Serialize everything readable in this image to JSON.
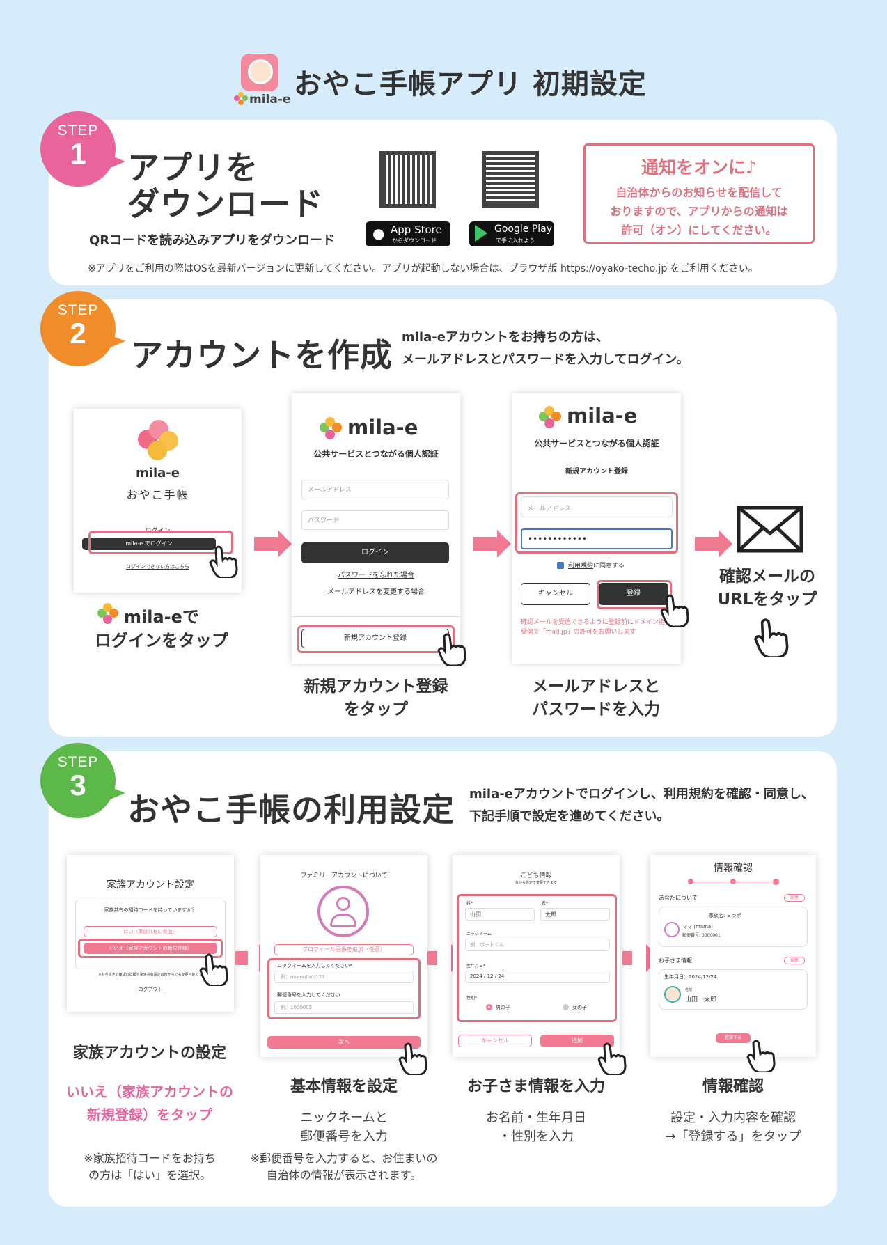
{
  "header": {
    "app_name": "mila-e",
    "title": "おやこ手帳アプリ 初期設定"
  },
  "step1": {
    "label": "STEP",
    "num": "1",
    "title1": "アプリを",
    "title2": "ダウンロード",
    "qr_text": "QRコードを読み込みアプリをダウンロード",
    "appstore_main": "App Store",
    "appstore_sub": "からダウンロード",
    "google_main": "Google Play",
    "google_sub": "で手に入れよう",
    "notice_title": "通知をオンに♪",
    "notice_l1": "自治体からのお知らせを配信して",
    "notice_l2": "おりますので、アプリからの通知は",
    "notice_l3": "許可（オン）にしてください。",
    "footnote": "※アプリをご利用の際はOSを最新バージョンに更新してください。アプリが起動しない場合は、ブラウザ版 https://oyako-techo.jp をご利用ください。"
  },
  "step2": {
    "label": "STEP",
    "num": "2",
    "title": "アカウントを作成",
    "desc1": "mila-eアカウントをお持ちの方は、",
    "desc2": "メールアドレスとパスワードを入力してログイン。",
    "s1": {
      "brand": "mila-e",
      "app": "おやこ手帳",
      "login": "ログイン",
      "mila_login": "mila-e でログイン",
      "cant": "ログインできない方はこちら"
    },
    "s2": {
      "brand": "mila-e",
      "tagline": "公共サービスとつながる個人認証",
      "email_ph": "メールアドレス",
      "pass_ph": "パスワード",
      "login_btn": "ログイン",
      "forgot": "パスワードを忘れた場合",
      "change": "メールアドレスを変更する場合",
      "register": "新規アカウント登録"
    },
    "s3": {
      "brand": "mila-e",
      "tagline": "公共サービスとつながる個人認証",
      "heading": "新規アカウント登録",
      "email_ph": "メールアドレス",
      "pass_val": "••••••••••••",
      "terms_link": "利用規約",
      "terms_rest": "に同意する",
      "cancel": "キャンセル",
      "register": "登録",
      "warn": "確認メールを受信できるように登録前にドメイン指定受信で「miid.jp」の許可をお願いします"
    },
    "cap1a": "mila-eで",
    "cap1b": "ログインをタップ",
    "cap2a": "新規アカウント登録",
    "cap2b": "をタップ",
    "cap3a": "メールアドレスと",
    "cap3b": "パスワードを入力",
    "cap4a": "確認メールの",
    "cap4b": "URLをタップ"
  },
  "step3": {
    "label": "STEP",
    "num": "3",
    "title": "おやこ手帳の利用設定",
    "desc1": "mila-eアカウントでログインし、利用規約を確認・同意し、",
    "desc2": "下記手順で設定を進めてください。",
    "s1": {
      "title": "家族アカウント設定",
      "question": "家族共有の招待コードを持っていますか？",
      "yes": "はい（家族共有に参加）",
      "no": "いいえ（家族アカウントの新規登録）",
      "note": "※お手すきの確認の詳細や家族共有設定は後からでも変更可能です",
      "logout": "ログアウト"
    },
    "s2": {
      "title": "ファミリーアカウントについて",
      "photo": "プロフィール画像を追加（任意）",
      "nick_label": "ニックネームを入力してください*",
      "nick_ph": "例：momotaro123",
      "zip_label": "郵便番号を入力してください",
      "zip_ph": "例：1000005",
      "next": "次へ"
    },
    "s3": {
      "title": "こども情報",
      "subtitle": "後から設定で変更できます",
      "sei": "姓*",
      "mei": "名*",
      "sei_val": "山田",
      "mei_val": "太郎",
      "nick": "ニックネーム",
      "nick_ph": "例：ポテトくん",
      "birth": "生年月日*",
      "birth_val": "2024 / 12 / 24",
      "sex": "性別*",
      "boy": "男の子",
      "girl": "女の子",
      "cancel": "キャンセル",
      "add": "追加"
    },
    "s4": {
      "title": "情報確認",
      "about": "あなたについて",
      "edit": "編集",
      "family": "家族名: ミラポ",
      "role": "ママ (mama)",
      "zip": "郵便番号: 0000001",
      "kids": "お子さま情報",
      "kid_birth": "生年月日：2024/12/24",
      "kid_label": "名前",
      "kid_name": "山田　太郎",
      "register": "登録する"
    },
    "cap1": "家族アカウントの設定",
    "cap1p1": "いいえ（家族アカウントの",
    "cap1p2": "新規登録）をタップ",
    "note1a": "※家族招待コードをお持ち",
    "note1b": "の方は「はい」を選択。",
    "cap2": "基本情報を設定",
    "sub2a": "ニックネームと",
    "sub2b": "郵便番号を入力",
    "note2a": "※郵便番号を入力すると、お住まいの",
    "note2b": "自治体の情報が表示されます。",
    "cap3": "お子さま情報を入力",
    "sub3a": "お名前・生年月日",
    "sub3b": "・性別を入力",
    "cap4": "情報確認",
    "sub4a": "設定・入力内容を確認",
    "sub4b": "→「登録する」をタップ"
  },
  "colors": {
    "pink": "#e8649b",
    "orange": "#f08c2a",
    "green": "#5cb848",
    "accent": "#ef7a92",
    "bg": "#d6ecfa"
  }
}
